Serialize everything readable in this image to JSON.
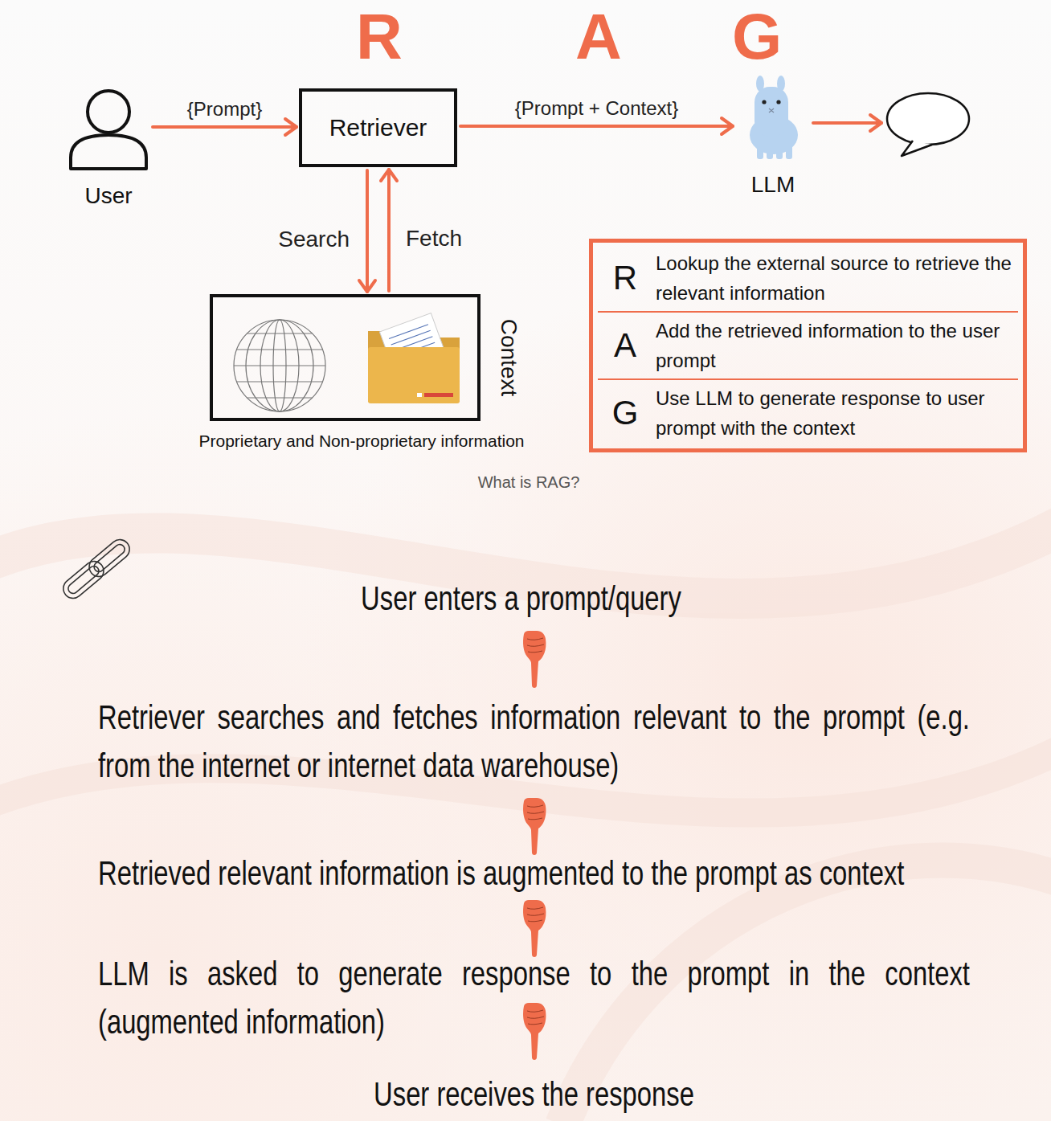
{
  "diagram": {
    "caption": "What is RAG?",
    "nodes": [
      {
        "text": [
          "User"
        ]
      },
      {
        "text": [
          "Retriever"
        ]
      },
      {
        "text": [
          "LLM"
        ]
      },
      {
        "text": [
          "Context",
          "Proprietary and Non-proprietary information"
        ]
      },
      {
        "text": [
          "R",
          "Lookup the external source to retrieve the relevant information",
          "A",
          "Add the retrieved information to the user prompt",
          "G",
          "Use LLM to generate response to user prompt with the context"
        ]
      }
    ],
    "edges": [
      {
        "from": 0,
        "to": 1,
        "arrow": "to",
        "label": "{Prompt}"
      },
      {
        "from": 1,
        "to": 2,
        "arrow": "to",
        "label": "{Prompt + Context}"
      },
      {
        "from": 1,
        "to": 3,
        "arrow": "to",
        "label": "Search"
      },
      {
        "from": 3,
        "to": 1,
        "arrow": "to",
        "label": "Fetch"
      }
    ],
    "labels": [
      "R",
      "A",
      "G",
      "User enters a prompt/query",
      "Retriever searches and fetches information relevant to the prompt (e.g. from the internet or internet data warehouse)",
      "Retrieved relevant information is augmented to the prompt as context",
      "LLM is asked to generate response to the prompt in the context (augmented information)",
      "User receives the response"
    ]
  }
}
